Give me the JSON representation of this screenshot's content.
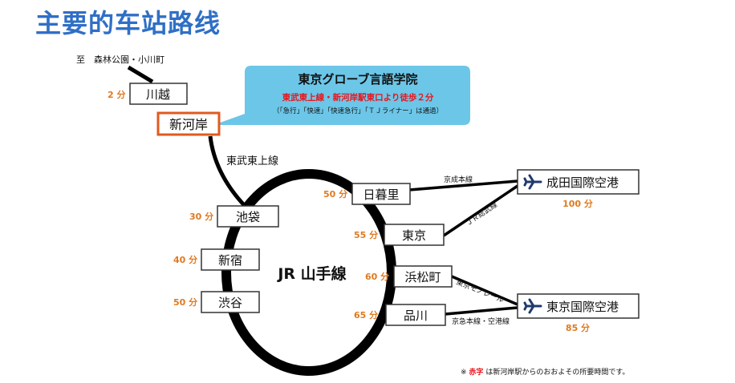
{
  "page_title": "主要的车站路线",
  "destination_note": "至　森林公園・小川町",
  "callout": {
    "title": "東京グローブ言語学院",
    "access": "東武東上線・新河岸駅東口より徒歩２分",
    "note": "（「急行」「快速」「快速急行」「ＴＪライナー」は通過）"
  },
  "lines": {
    "tobu_tojo": "東武東上線",
    "jr_yamanote": "JR 山手線",
    "keisei": "京成本線",
    "jr_sobu": "ＪＲ総武線",
    "monorail": "東京モノレール",
    "keikyu": "京急本線・空港線"
  },
  "stations": {
    "kawagoe": "川越",
    "shingashi": "新河岸",
    "ikebukuro": "池袋",
    "shinjuku": "新宿",
    "shibuya": "渋谷",
    "nippori": "日暮里",
    "tokyo": "東京",
    "hamamatsucho": "浜松町",
    "shinagawa": "品川"
  },
  "times": {
    "kawagoe": "2 分",
    "ikebukuro": "30 分",
    "shinjuku": "40 分",
    "shibuya": "50 分",
    "nippori": "50 分",
    "tokyo": "55 分",
    "hamamatsucho": "60 分",
    "shinagawa": "65 分",
    "narita": "100 分",
    "haneda": "85 分"
  },
  "airports": {
    "narita": "成田国際空港",
    "haneda": "東京国際空港"
  },
  "footnote": {
    "prefix": "※",
    "highlight": "赤字",
    "rest": "は新河岸駅からのおおよその所要時間です。"
  },
  "colors": {
    "title_blue": "#2f6fc6",
    "time_orange": "#e07a20",
    "callout_bg": "#6cc6e8",
    "callout_red": "#e8141b",
    "highlight_station_border": "#e05a1f",
    "airplane_navy": "#1f3a6e"
  }
}
